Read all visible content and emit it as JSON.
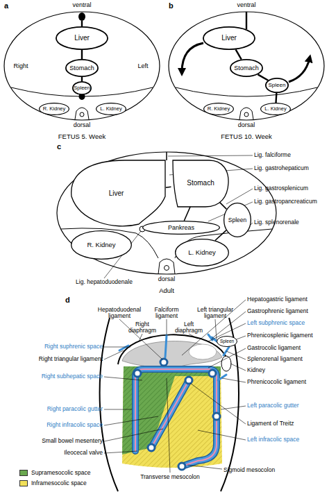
{
  "diagram": {
    "nodes": [
      {
        "text": [
          "Liver"
        ]
      },
      {
        "text": [
          "Stomach"
        ]
      },
      {
        "text": [
          "Spleen"
        ]
      },
      {
        "text": [
          "R. Kidney"
        ]
      },
      {
        "text": [
          "L. Kidney"
        ]
      },
      {
        "text": [
          "Liver"
        ]
      },
      {
        "text": [
          "Stomach"
        ]
      },
      {
        "text": [
          "Spleen"
        ]
      },
      {
        "text": [
          "R. Kidney"
        ]
      },
      {
        "text": [
          "L. Kidney"
        ]
      },
      {
        "text": [
          "Liver"
        ]
      },
      {
        "text": [
          "Stomach"
        ]
      },
      {
        "text": [
          "Pankreas"
        ]
      },
      {
        "text": [
          "Spleen"
        ]
      },
      {
        "text": [
          "R. Kidney"
        ]
      },
      {
        "text": [
          "L. Kidney"
        ]
      },
      {
        "text": [
          "Spleen"
        ]
      }
    ],
    "edges": [
      {
        "from": 0,
        "to": 1,
        "arrow": "none"
      },
      {
        "from": 1,
        "to": 2,
        "arrow": "none"
      },
      {
        "from": 5,
        "to": 6,
        "arrow": "none"
      },
      {
        "from": 6,
        "to": 7,
        "arrow": "none"
      },
      {
        "from": 7,
        "to": 9,
        "arrow": "none"
      },
      {
        "from": 10,
        "to": 11,
        "arrow": "none"
      },
      {
        "from": 11,
        "to": 13,
        "arrow": "none"
      },
      {
        "from": 11,
        "to": 12,
        "arrow": "none"
      },
      {
        "from": 13,
        "to": 15,
        "arrow": "none"
      }
    ],
    "labels": [
      "a",
      "ventral",
      "b",
      "ventral",
      "Right",
      "Left",
      "dorsal",
      "dorsal",
      "FETUS 5. Week",
      "FETUS 10. Week",
      "c",
      "Lig. falciforme",
      "Lig. gastrohepaticum",
      "Lig. gastrosplenicum",
      "Lig. gastropancreaticum",
      "Lig. splenorenale",
      "Lig. hepatoduodenale",
      "dorsal",
      "Adult",
      "d",
      "Hepatogastric ligament",
      "Hepatoduodenal ligament",
      "Falciform ligament",
      "Left triangular ligament",
      "Gastrophrenic ligament",
      "Right diaphragm",
      "Left diaphragm",
      "Left subphrenic space",
      "Phrenicosplenic ligament",
      "Right suphrenic space",
      "Gastrocolic ligament",
      "Right triangular ligament",
      "Splenorenal ligament",
      "Kidney",
      "Right subhepatic space",
      "Phrenicocolic ligament",
      "Left paracolic gutter",
      "Right paracolic gutter",
      "Ligament of Treitz",
      "Right infracolic space",
      "Left infracolic space",
      "Small bowel mesentery",
      "Ileocecal valve",
      "Transverse mesocolon",
      "Sigmoid mesocolon"
    ],
    "legend": [
      {
        "text": "Supramesocolic space",
        "color": "#6aa84f"
      },
      {
        "text": "Inframesocolic space",
        "color": "#f1e05a"
      }
    ]
  }
}
